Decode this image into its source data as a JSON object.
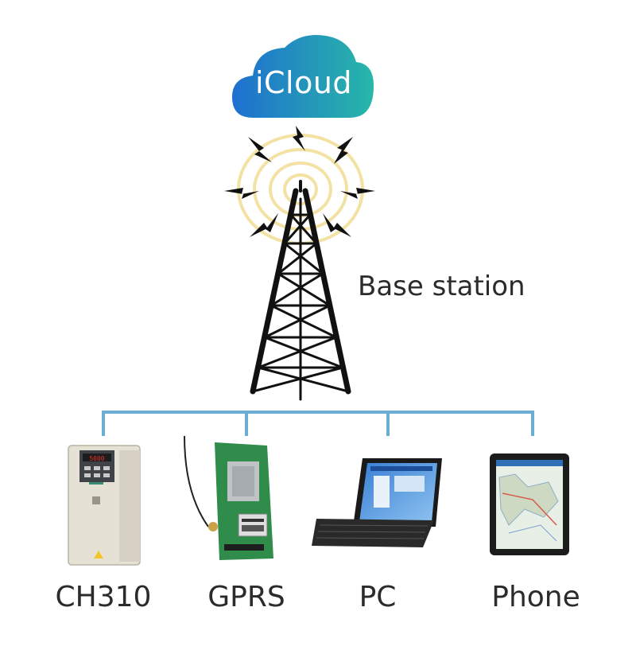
{
  "cloud": {
    "label": "iCloud",
    "color_left": "#1f6fd0",
    "color_right": "#27b7a8"
  },
  "base_station": {
    "label": "Base station",
    "ring_color": "#f3e2a3"
  },
  "network": {
    "line_color": "#6aaed6"
  },
  "devices": [
    {
      "id": "ch310",
      "label": "CH310"
    },
    {
      "id": "gprs",
      "label": "GPRS"
    },
    {
      "id": "pc",
      "label": "PC"
    },
    {
      "id": "phone",
      "label": "Phone"
    }
  ]
}
